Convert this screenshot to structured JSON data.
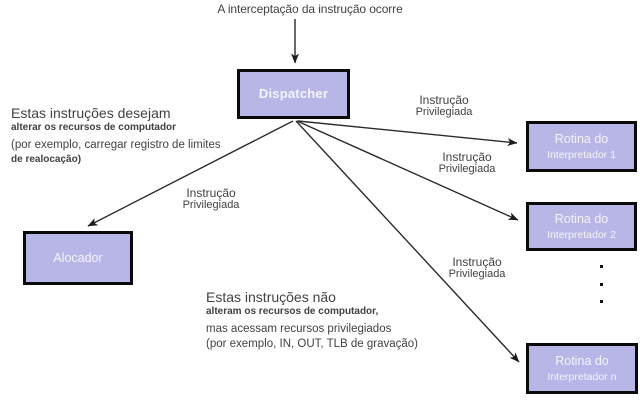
{
  "title": "A interceptação da instrução ocorre",
  "boxes": {
    "dispatcher": {
      "label": "Dispatcher"
    },
    "alocador": {
      "label": "Alocador"
    },
    "interpreter1": {
      "line1": "Rotina do",
      "line2": "Interpretador 1"
    },
    "interpreter2": {
      "line1": "Rotina do",
      "line2": "Interpretador 2"
    },
    "interpreterN": {
      "line1": "Rotina do",
      "line2": "Interpretador n"
    }
  },
  "arrow_labels": {
    "to_alocador": {
      "line1": "Instrução",
      "line2": "Privilegiada"
    },
    "to_interpreter1": {
      "line1": "Instrução",
      "line2": "Privilegiada"
    },
    "to_interpreter2": {
      "line1": "Instrução",
      "line2": "Privilegiada"
    },
    "to_interpreterN": {
      "line1": "Instrução",
      "line2": "Privilegiada"
    }
  },
  "notes": {
    "left": {
      "line1": "Estas instruções desejam",
      "line2": "alterar os recursos de computador",
      "line3": "(por exemplo, carregar registro de limites",
      "line4": "de realocação)"
    },
    "bottom": {
      "line1": "Estas instruções não",
      "line2": "alteram os recursos de computador,",
      "line3": "mas acessam recursos privilegiados",
      "line4": "(por exemplo, IN, OUT, TLB de gravação)"
    }
  },
  "colors": {
    "background": "#ffffff",
    "box_fill": "#b8b6e6",
    "box_border": "#0a0a0a",
    "box_text": "#f4f4fb",
    "text": "#424242",
    "arrow": "#2b2b2b"
  }
}
